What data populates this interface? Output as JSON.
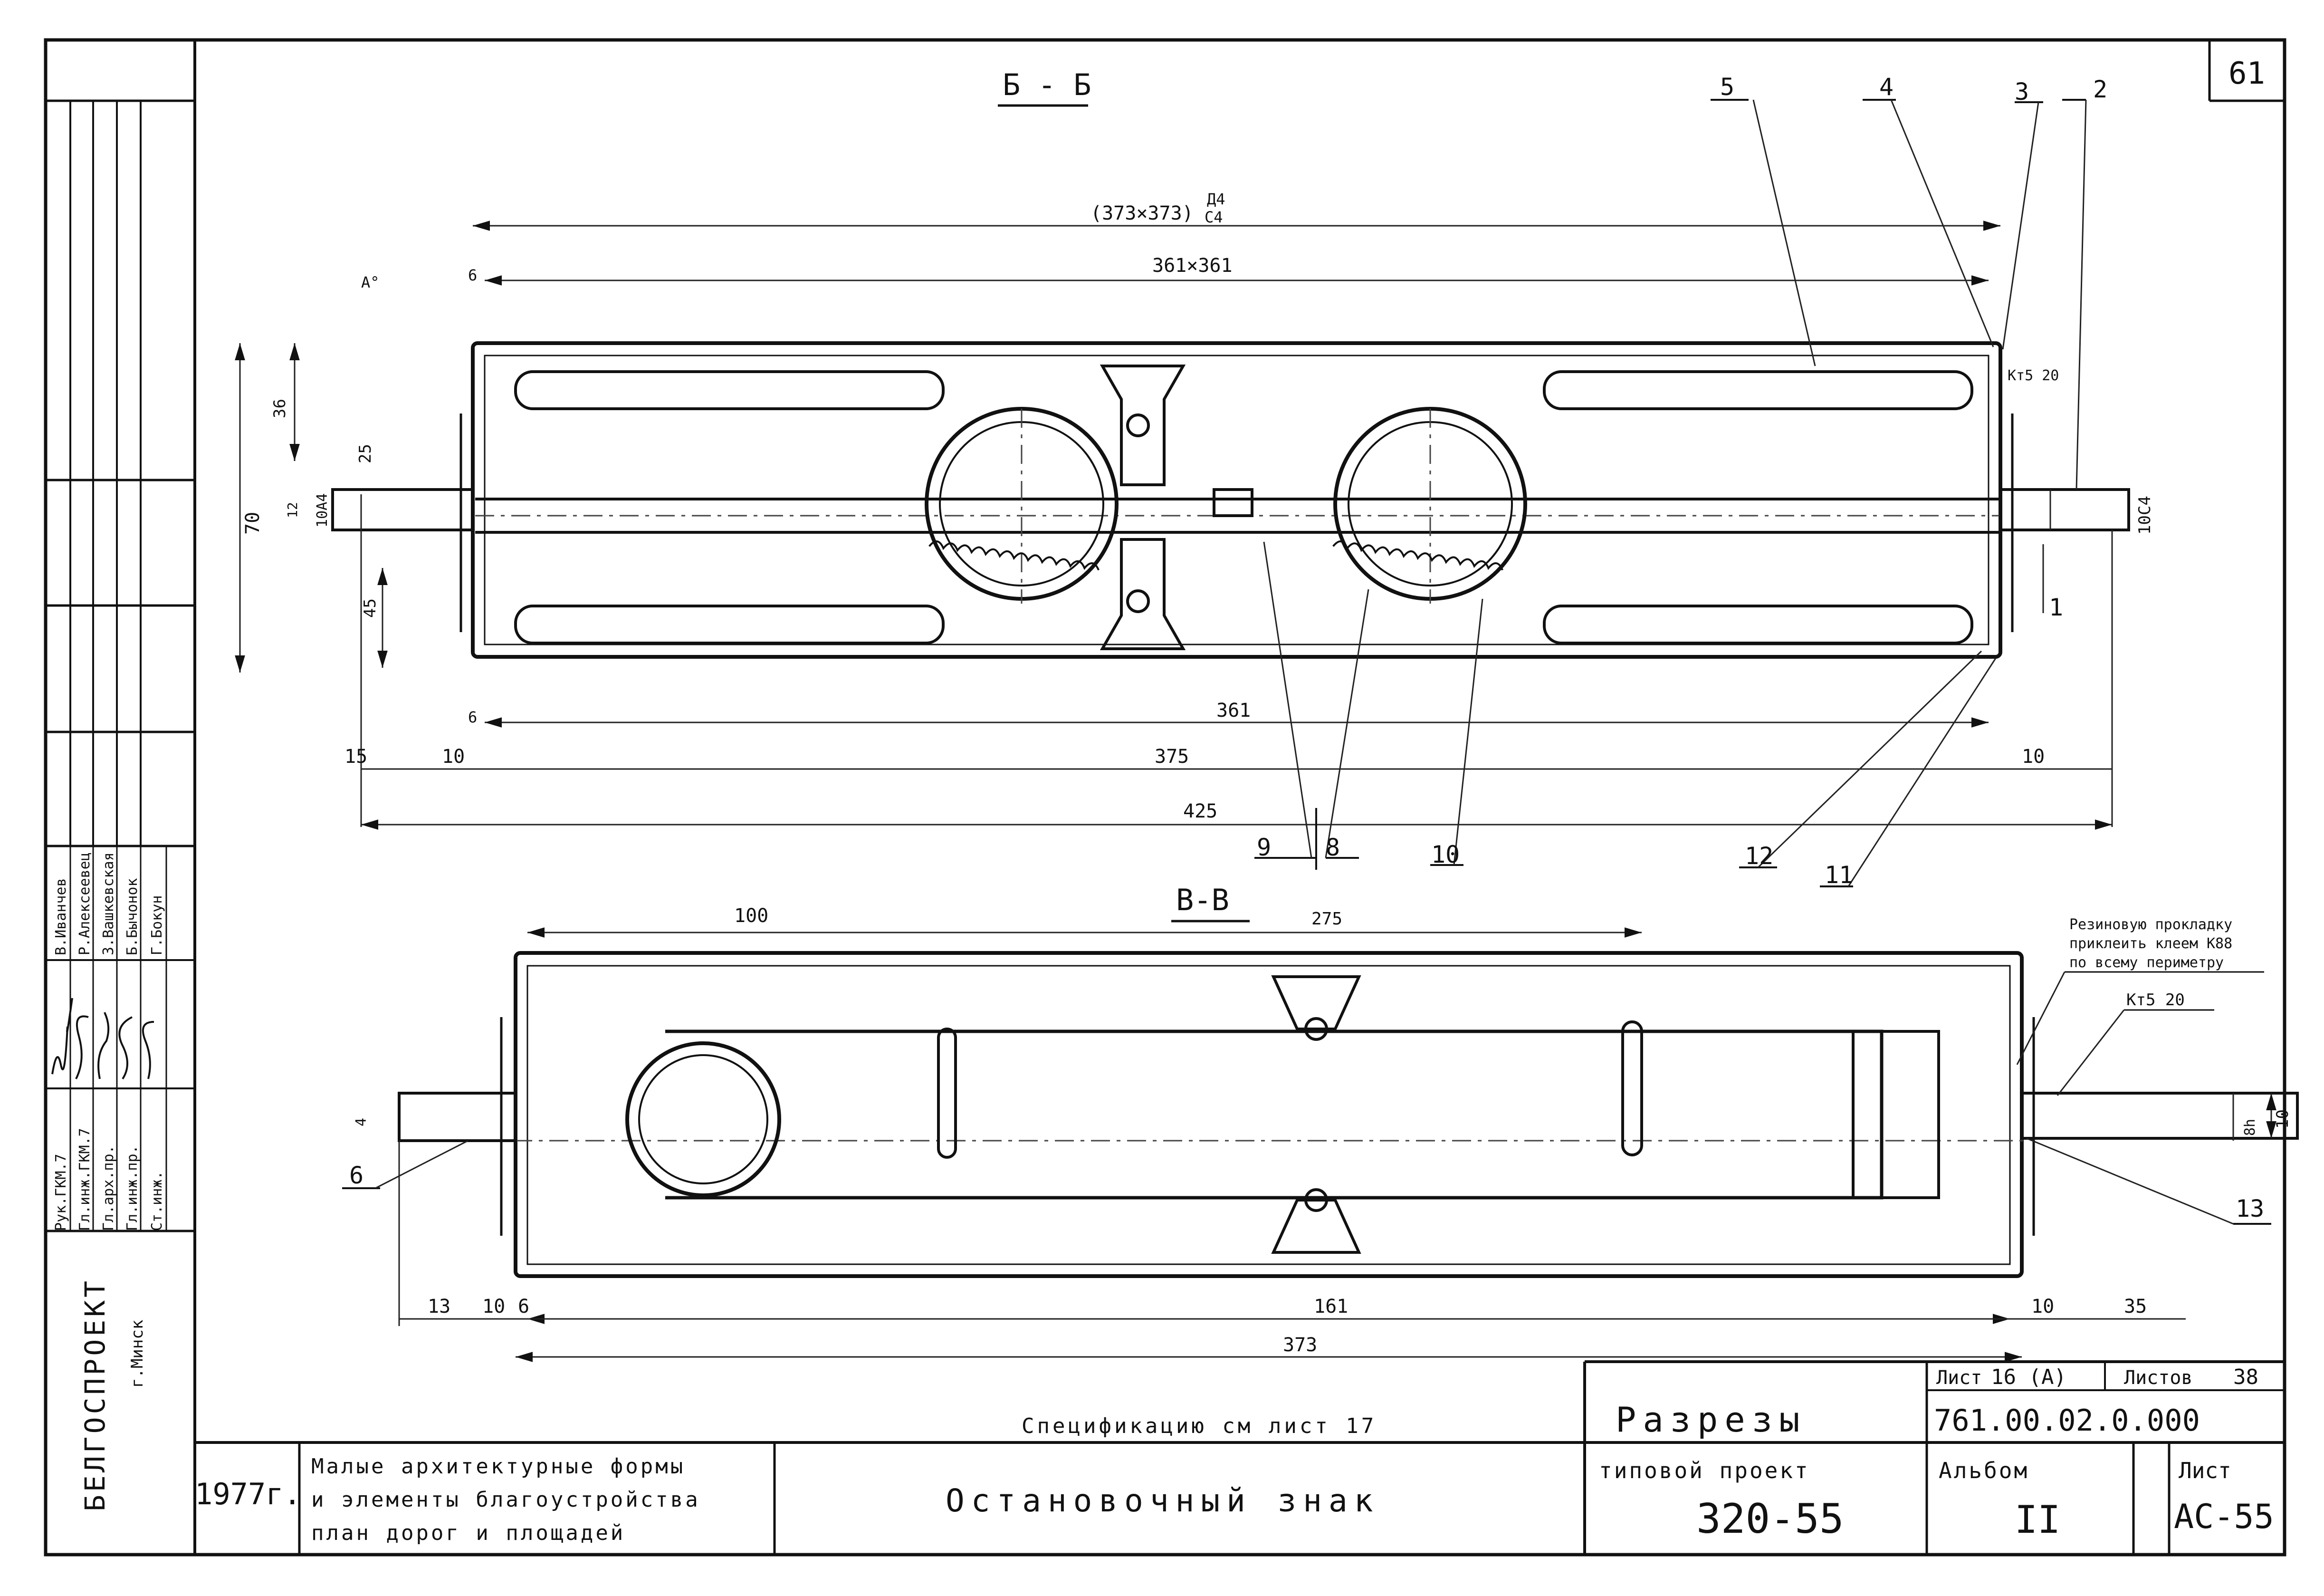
{
  "sheet": {
    "number": "61",
    "list": "16 (А)",
    "list_label": "Лист",
    "lists_total_label": "Листов",
    "lists_total": "38",
    "designation": "761.00.02.0.000",
    "drawing_title": "Разрезы",
    "spec_note": "Спецификацию см лист 17",
    "year": "1977г.",
    "series_title": [
      "Малые архитектурные формы",
      "и элементы благоустройства",
      "план дорог и площадей"
    ],
    "object_name": "Остановочный знак",
    "project_label": "типовой проект",
    "project_number": "320-55",
    "album_label": "Альбом",
    "album_number": "II",
    "page_label": "Лист",
    "page_code": "АС-55",
    "org": "БЕЛГОСПРОЕКТ",
    "city": "г.Минск"
  },
  "stamp_roles": [
    "Рук.ГКМ.7",
    "Гл.инж.ГКМ.7",
    "Гл.арх.пр.",
    "Гл.инж.пр.",
    "Ст.инж."
  ],
  "stamp_names": [
    "В.Иванчев",
    "Р.Алексеевец",
    "З.Вашкевская",
    "Б.Бычонок",
    "Г.Бокун"
  ],
  "section_bb": {
    "title": "Б - Б",
    "dims": {
      "overall": "(373×373)",
      "overall_tol_top": "Д4",
      "overall_tol_bottom": "С4",
      "inner": "361×361",
      "width_361": "361",
      "width_375": "375",
      "width_425": "425",
      "left_15": "15",
      "left_10": "10",
      "right_10": "10",
      "height_70": "70",
      "height_36": "36",
      "height_25": "25",
      "height_45": "45",
      "height_12": "12",
      "tube_left": "10А4",
      "tube_right": "10С4",
      "six_top": "6",
      "six_bottom": "6",
      "screw": "Кт5 20",
      "ref_a": "А°"
    },
    "callouts": [
      "1",
      "2",
      "3",
      "4",
      "5",
      "8",
      "9",
      "10",
      "11",
      "12"
    ]
  },
  "section_vv": {
    "title": "В-В",
    "dims": {
      "d100": "100",
      "d275": "275",
      "d161": "161",
      "d373": "373",
      "d13": "13",
      "d10_left": "10",
      "d6": "6",
      "d10_right": "10",
      "d35": "35",
      "r_8h": "8h",
      "r_10": "10",
      "screw": "Кт5 20",
      "left_4": "4"
    },
    "callouts": [
      "6",
      "13"
    ],
    "note": [
      "Резиновую прокладку",
      "приклеить клеем К88",
      "по всему периметру"
    ]
  }
}
